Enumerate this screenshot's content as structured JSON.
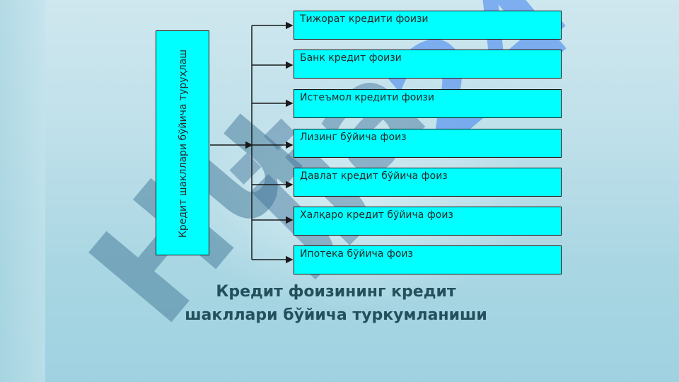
{
  "diagram": {
    "group_label": "Кредит шакллари бўйича туруҳлаш",
    "categories": [
      "Тижорат кредити фоизи",
      "Банк кредит фоизи",
      "Истеъмол кредити фоизи",
      "Лизинг бўйича фоиз",
      "Давлат кредит бўйича фоиз",
      "Халқаро кредит бўйича фоиз",
      "Ипотека бўйича фоиз"
    ]
  },
  "caption": {
    "line1": "Кредит фоизининг кредит",
    "line2": "шакллари бўйича туркумланиши"
  },
  "watermark": {
    "text": "Hujjat.uz",
    "icon": "watermark-logo"
  },
  "colors": {
    "box_fill": "#00ffff",
    "box_border": "#1a1a1a",
    "caption": "#24505c"
  }
}
